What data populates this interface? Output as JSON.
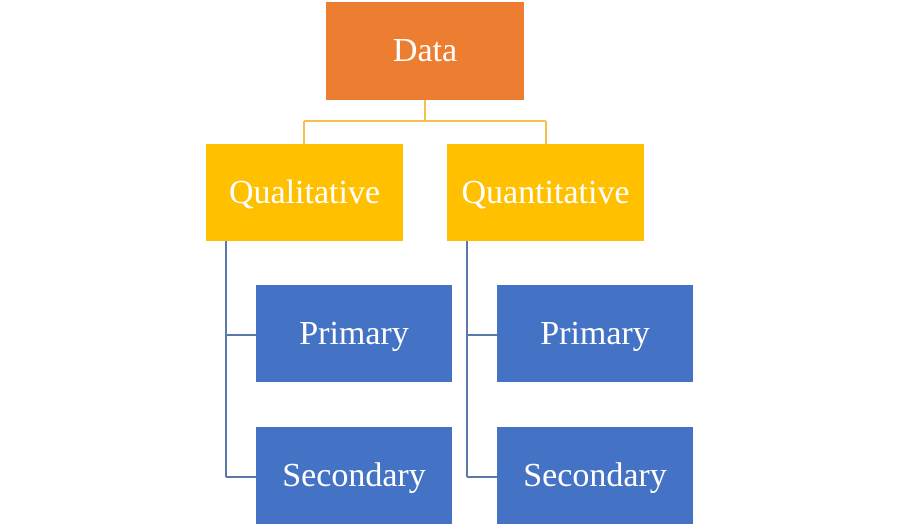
{
  "colors": {
    "root": "#ED7D31",
    "category": "#FFC000",
    "leaf": "#4472C4",
    "root_connector": "#F2C14E",
    "leaf_connector": "#5B79A8"
  },
  "root": {
    "label": "Data"
  },
  "categories": [
    {
      "label": "Qualitative",
      "children": [
        {
          "label": "Primary"
        },
        {
          "label": "Secondary"
        }
      ]
    },
    {
      "label": "Quantitative",
      "children": [
        {
          "label": "Primary"
        },
        {
          "label": "Secondary"
        }
      ]
    }
  ]
}
